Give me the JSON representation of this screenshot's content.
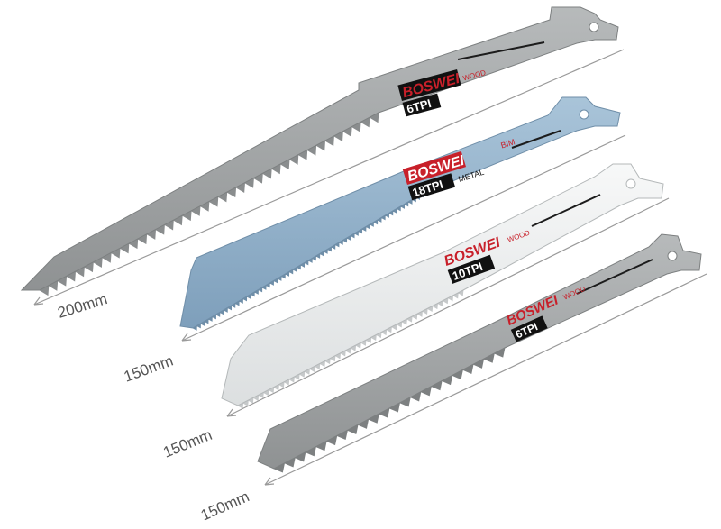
{
  "blades": [
    {
      "brand": "BOSWEI",
      "tpi": "6TPI",
      "material": "WOOD",
      "extra": "",
      "length": "200mm",
      "color": "#a2a5a6"
    },
    {
      "brand": "BOSWEI",
      "tpi": "18TPI",
      "material": "METAL",
      "extra": "BIM",
      "length": "150mm",
      "color": "#93b2cb"
    },
    {
      "brand": "BOSWEI",
      "tpi": "10TPI",
      "material": "WOOD",
      "extra": "",
      "length": "150mm",
      "color": "#eceeee"
    },
    {
      "brand": "BOSWEI",
      "tpi": "6TPI",
      "material": "WOOD",
      "extra": "",
      "length": "150mm",
      "color": "#a2a5a6"
    }
  ],
  "colors": {
    "brand_red": "#c8202a",
    "label_black": "#111111",
    "dimension_line": "#9a9a9a"
  }
}
